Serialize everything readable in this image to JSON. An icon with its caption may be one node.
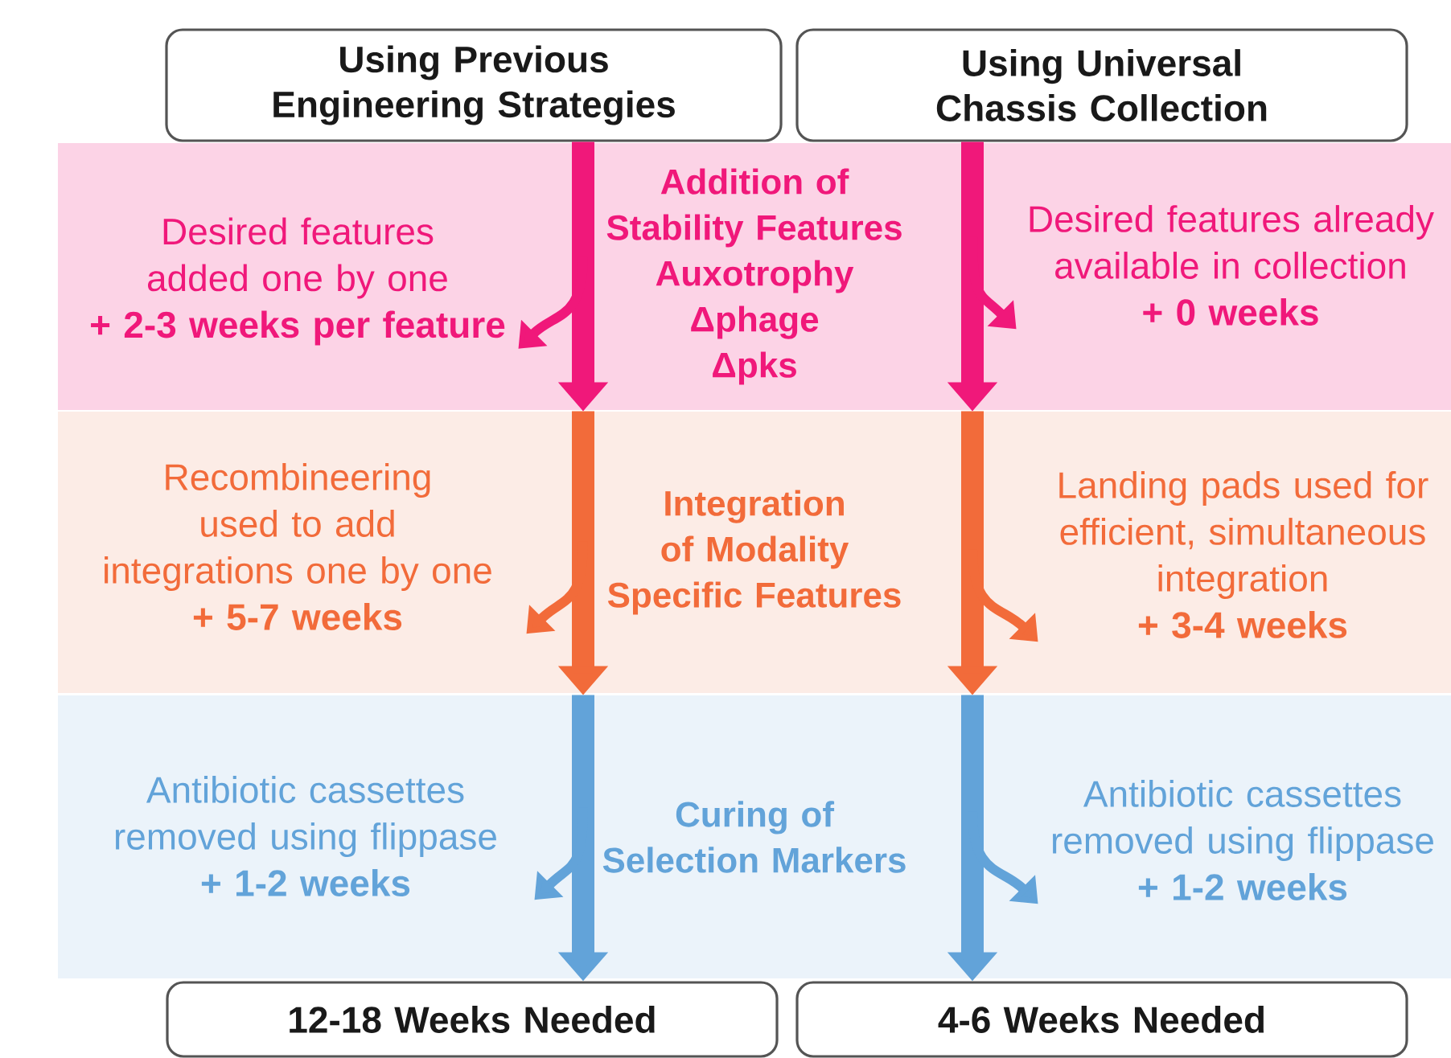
{
  "diagram": {
    "nodes": [
      {
        "text": [
          "Using Previous Engineering Strategies"
        ]
      },
      {
        "text": [
          "Using Universal Chassis Collection"
        ]
      },
      {
        "text": [
          "Addition of Stability Features",
          "Auxotrophy",
          "Δphage",
          "Δpks"
        ]
      },
      {
        "text": [
          "Desired features added one by one",
          "+ 2-3 weeks per feature"
        ],
        "in": 2
      },
      {
        "text": [
          "Desired features already available in collection",
          "+ 0 weeks"
        ],
        "in": 2
      },
      {
        "text": [
          "Integration of Modality Specific Features"
        ]
      },
      {
        "text": [
          "Recombineering used to add integrations one by one",
          "+ 5-7 weeks"
        ],
        "in": 5
      },
      {
        "text": [
          "Landing pads used for efficient, simultaneous integration",
          "+ 3-4 weeks"
        ],
        "in": 5
      },
      {
        "text": [
          "Curing of Selection Markers"
        ]
      },
      {
        "text": [
          "Antibiotic cassettes removed using flippase",
          "+ 1-2 weeks"
        ],
        "in": 8
      },
      {
        "text": [
          "Antibiotic cassettes removed using flippase",
          "+ 1-2 weeks"
        ],
        "in": 8
      },
      {
        "text": [
          "12-18 Weeks Needed"
        ]
      },
      {
        "text": [
          "4-6 Weeks Needed"
        ]
      }
    ],
    "edges": [
      {
        "from": 0,
        "to": 5,
        "arrow": "to",
        "style": "thick",
        "color": "#f0187a"
      },
      {
        "from": 5,
        "to": 8,
        "arrow": "to",
        "style": "thick",
        "color": "#f26b3a"
      },
      {
        "from": 8,
        "to": 11,
        "arrow": "to",
        "style": "thick",
        "color": "#62a3d9"
      },
      {
        "from": 1,
        "to": 5,
        "arrow": "to",
        "style": "thick",
        "color": "#f0187a"
      },
      {
        "from": 5,
        "to": 8,
        "arrow": "to",
        "style": "thick",
        "color": "#f26b3a"
      },
      {
        "from": 8,
        "to": 12,
        "arrow": "to",
        "style": "thick",
        "color": "#62a3d9"
      },
      {
        "from": null,
        "to": 3,
        "arrow": "to",
        "color": "#f0187a"
      },
      {
        "from": null,
        "to": 4,
        "arrow": "to",
        "color": "#f0187a"
      },
      {
        "from": null,
        "to": 6,
        "arrow": "to",
        "color": "#f26b3a"
      },
      {
        "from": null,
        "to": 7,
        "arrow": "to",
        "color": "#f26b3a"
      },
      {
        "from": null,
        "to": 9,
        "arrow": "to",
        "color": "#62a3d9"
      },
      {
        "from": null,
        "to": 10,
        "arrow": "to",
        "color": "#62a3d9"
      }
    ]
  }
}
